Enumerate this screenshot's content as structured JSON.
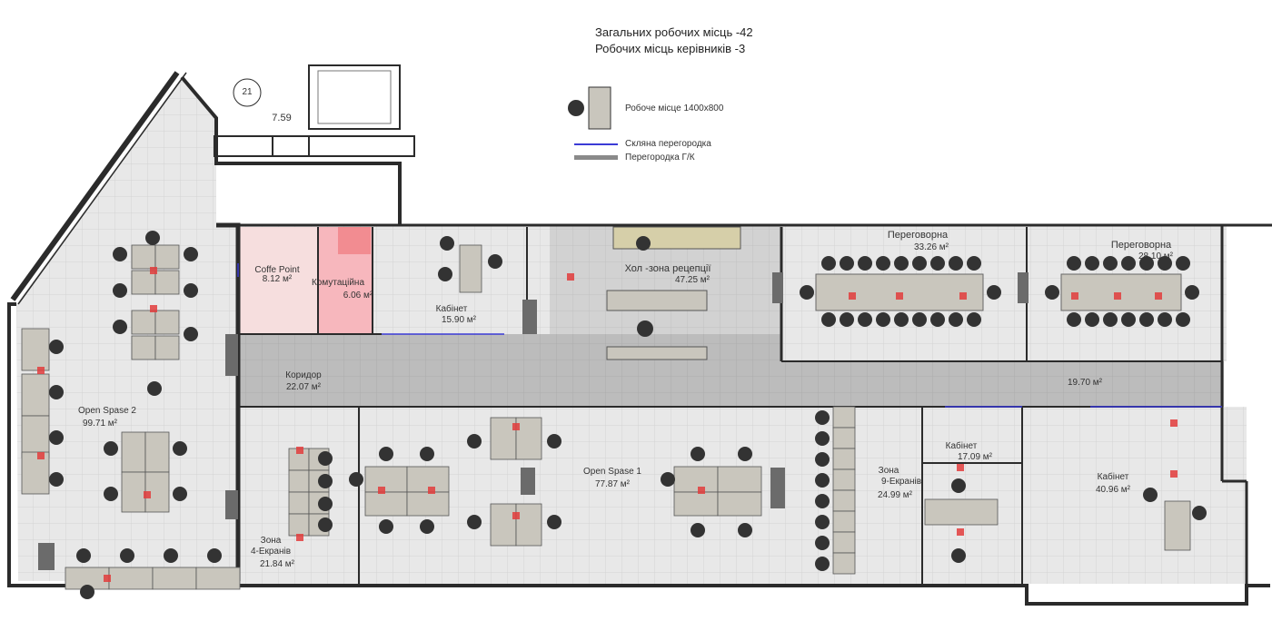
{
  "header": {
    "total_workplaces": "Загальних робочих місць -42",
    "manager_workplaces": "Робочих місць керівників  -3"
  },
  "legend": {
    "workplace": "Робоче місце 1400х800",
    "glass_partition": "Скляна перегородка",
    "drywall_partition": "Перегородка Г/К",
    "glass_color": "#3b3bd6",
    "drywall_color": "#8a8a8a"
  },
  "markers": {
    "unit_number": "21",
    "balcony_area": "7.59"
  },
  "rooms": {
    "coffee_point": {
      "name": "Coffe Point",
      "area": "8.12 м²"
    },
    "switch_room": {
      "name": "Комутаційна",
      "area": "6.06 м²"
    },
    "cabinet_1": {
      "name": "Кабінет",
      "area": "15.90 м²"
    },
    "reception": {
      "name": "Хол -зона рецепції",
      "area": "47.25 м²"
    },
    "meeting_1": {
      "name": "Переговорна",
      "area": "33.26 м²"
    },
    "meeting_2": {
      "name": "Переговорна",
      "area": "28.10 м²"
    },
    "corridor": {
      "name": "Коридор",
      "area": "22.07 м²"
    },
    "corridor_2": {
      "area": "19.70 м²"
    },
    "open_space_2": {
      "name": "Open Spase 2",
      "area": "99.71 м²"
    },
    "open_space_1": {
      "name": "Open Spase 1",
      "area": "77.87 м²"
    },
    "zone_4": {
      "name": "Зона",
      "sub": "4-Екранів",
      "area": "21.84 м²"
    },
    "zone_9": {
      "name": "Зона",
      "sub": "9-Екранів",
      "area": "24.99 м²"
    },
    "cabinet_2": {
      "name": "Кабінет",
      "area": "17.09 м²"
    },
    "cabinet_3": {
      "name": "Кабінет",
      "area": "40.96 м²"
    }
  },
  "colors": {
    "floor_tile": "#e6e6e6",
    "corridor": "#b9b9b9",
    "wall": "#2b2b2b",
    "switch_room": "#f7b7bd",
    "coffee_point": "#f6dede",
    "desk": "#c9c6bd",
    "chair": "#333333",
    "marker": "#e23c3c"
  }
}
